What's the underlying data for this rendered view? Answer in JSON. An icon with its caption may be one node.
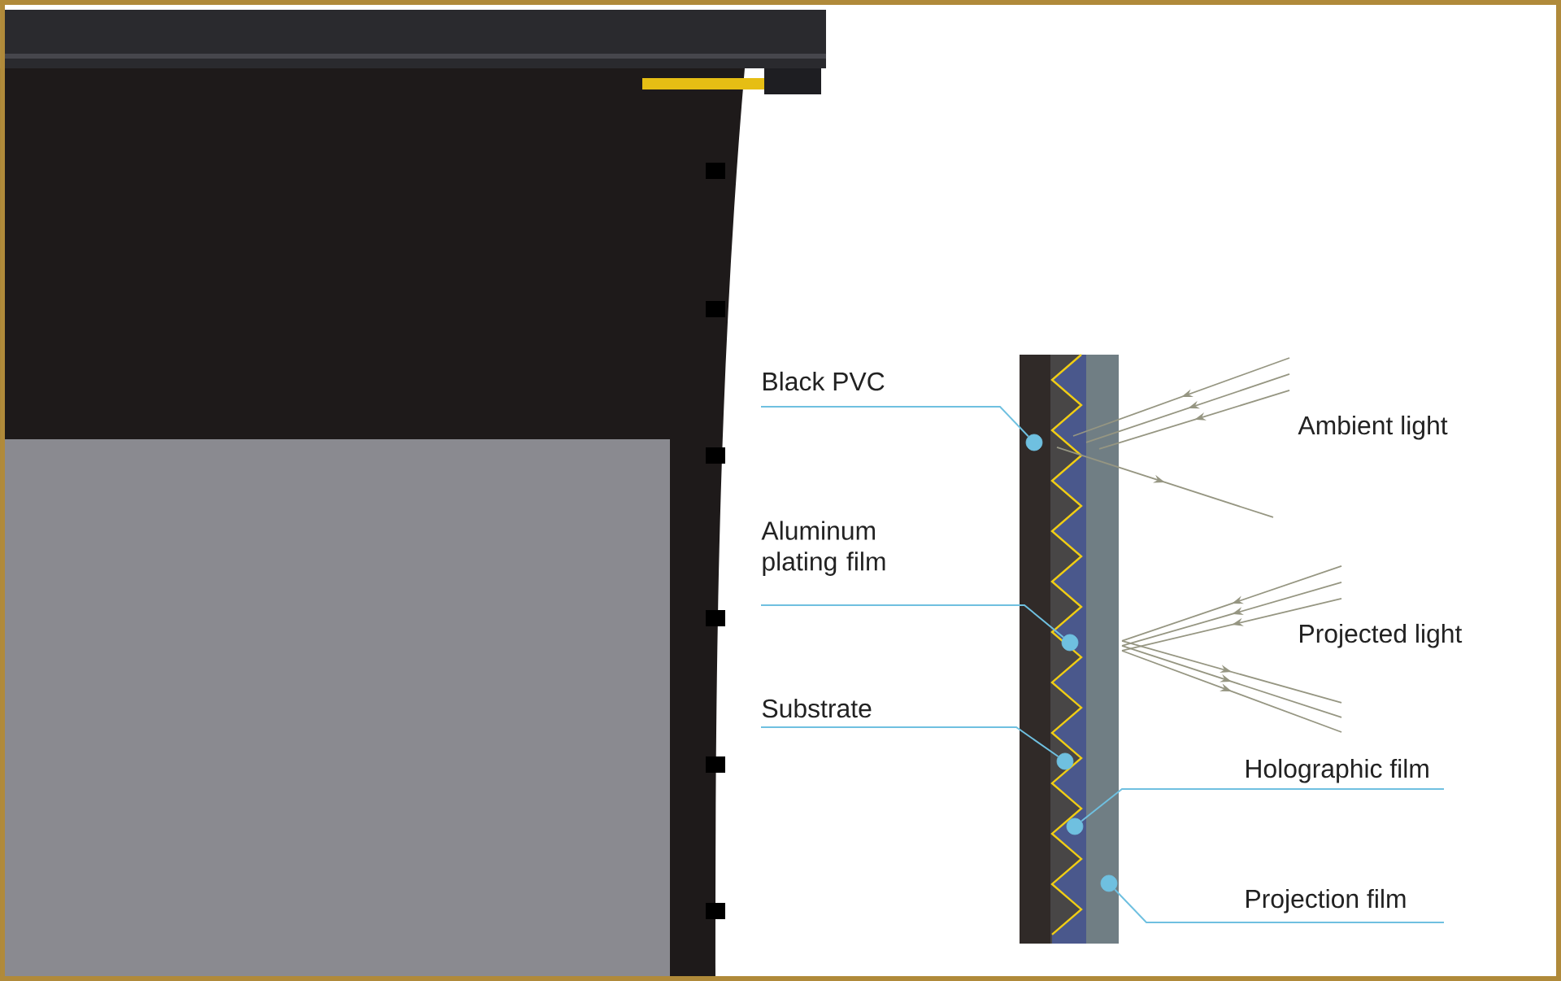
{
  "diagram": {
    "nodes": [
      {
        "text": [
          "Black PVC"
        ]
      },
      {
        "text": [],
        "shape": "circle"
      },
      {
        "text": [
          "Aluminum plating film"
        ]
      },
      {
        "text": [],
        "shape": "circle"
      },
      {
        "text": [
          "Substrate"
        ]
      },
      {
        "text": [],
        "shape": "circle"
      },
      {
        "text": [
          "Holographic film"
        ]
      },
      {
        "text": [],
        "shape": "circle"
      },
      {
        "text": [
          "Projection film"
        ]
      },
      {
        "text": [],
        "shape": "circle"
      }
    ],
    "edges": [
      {
        "from": 0,
        "to": 1,
        "arrow": "none"
      },
      {
        "from": 2,
        "to": 3,
        "arrow": "none"
      },
      {
        "from": 4,
        "to": 5,
        "arrow": "none"
      },
      {
        "from": 6,
        "to": 7,
        "arrow": "none"
      },
      {
        "from": 8,
        "to": 9,
        "arrow": "none"
      }
    ],
    "labels": [
      "Ambient light",
      "Projected light"
    ]
  }
}
